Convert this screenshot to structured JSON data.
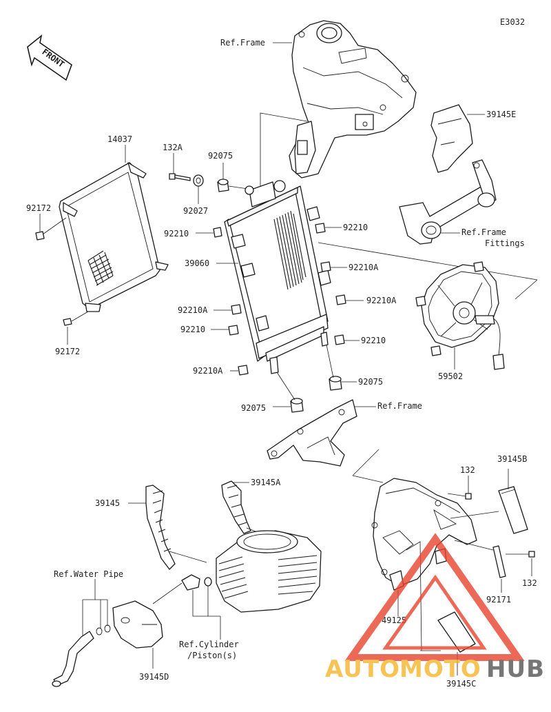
{
  "diagram_code": "E3032",
  "front_label": "FRONT",
  "labels": {
    "ref_frame_top": "Ref.Frame",
    "ref_frame_mid": "Ref.Frame",
    "ref_frame_fittings_1": "Ref.Frame",
    "ref_frame_fittings_2": "Fittings",
    "ref_water_pipe": "Ref.Water Pipe",
    "ref_cylinder_1": "Ref.Cylinder",
    "ref_cylinder_2": "/Piston(s)",
    "p14037": "14037",
    "p132A": "132A",
    "p92075_top": "92075",
    "p92027": "92027",
    "p92172_top": "92172",
    "p92172_bot": "92172",
    "p92210_left1": "92210",
    "p92210_right1": "92210",
    "p39060": "39060",
    "p92210A_right1": "92210A",
    "p92210A_left1": "92210A",
    "p92210A_right2": "92210A",
    "p92210_left2": "92210",
    "p92210_right2": "92210",
    "p92210A_left2": "92210A",
    "p92075_right": "92075",
    "p92075_left": "92075",
    "p39145E": "39145E",
    "p59502": "59502",
    "p132_top": "132",
    "p39145B": "39145B",
    "p39145": "39145",
    "p39145A": "39145A",
    "p49125": "49125",
    "p92171": "92171",
    "p132_right": "132",
    "p39145D": "39145D",
    "p39145C": "39145C"
  },
  "watermark": {
    "part1": "AUTO",
    "part2": "MOTO",
    "part3": "HUB",
    "color1": "#f5b52a",
    "color2": "#f5b52a",
    "color3": "#555555",
    "logo_color": "#e8432e"
  }
}
